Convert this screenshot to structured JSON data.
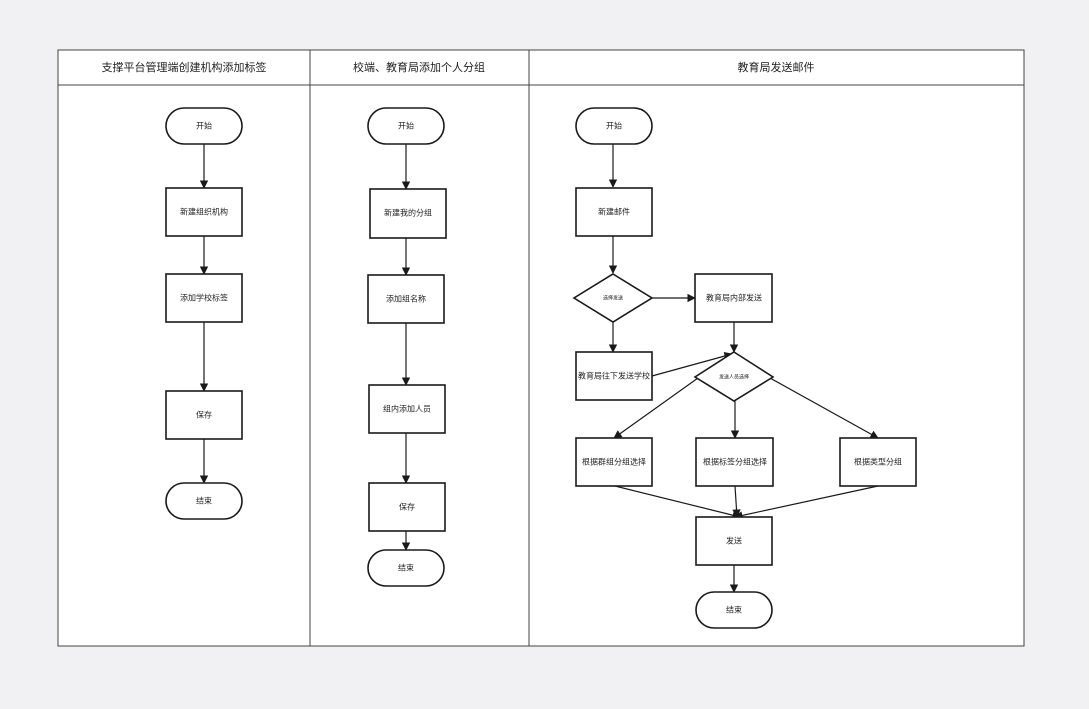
{
  "lanes": [
    {
      "title": "支撑平台管理端创建机构添加标签"
    },
    {
      "title": "校端、教育局添加个人分组"
    },
    {
      "title": "教育局发送邮件"
    }
  ],
  "lane1": {
    "start": "开始",
    "create_org": "新建组织机构",
    "add_school_tag": "添加学校标签",
    "save": "保存",
    "end": "结束"
  },
  "lane2": {
    "start": "开始",
    "create_group": "新建我的分组",
    "add_group_name": "添加组名称",
    "add_members": "组内添加人员",
    "save": "保存",
    "end": "结束"
  },
  "lane3": {
    "start": "开始",
    "new_mail": "新建邮件",
    "choose_send": "选择发送",
    "internal_send": "教育局内部发送",
    "send_down_school": "教育局往下发送学校",
    "choose_recipients": "发送人员选择",
    "by_group": "根据群组分组选择",
    "by_tag": "根据标签分组选择",
    "by_type": "根据类型分组",
    "send": "发送",
    "end": "结束"
  },
  "colors": {
    "stroke": "#1a1a1a",
    "fill": "#ffffff",
    "background": "#f1f1f3"
  }
}
